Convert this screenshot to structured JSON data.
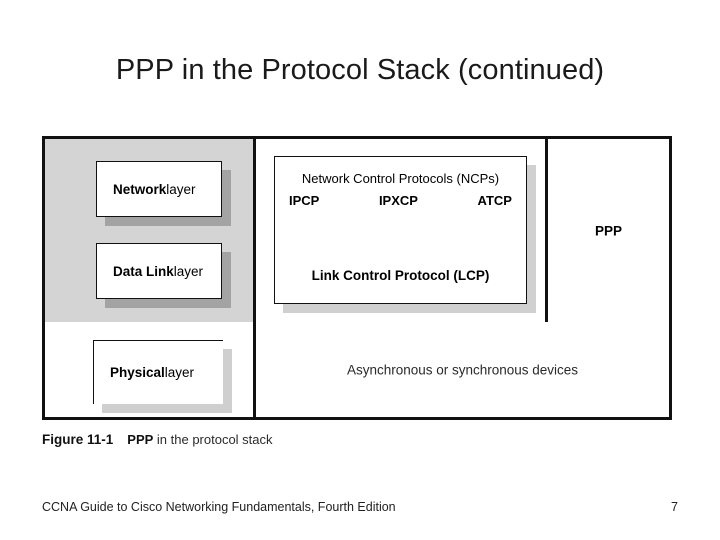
{
  "slide": {
    "title": "PPP in the Protocol Stack (continued)"
  },
  "diagram": {
    "layers_column": {
      "network_layer": {
        "bold": "Network",
        "regular": " layer"
      },
      "data_link_layer": {
        "bold": "Data Link",
        "regular": " layer"
      },
      "physical_layer": {
        "bold": "Physical",
        "regular": " layer"
      }
    },
    "protocols_box": {
      "ncp_title": "Network Control Protocols (NCPs)",
      "ncp_items": [
        "IPCP",
        "IPXCP",
        "ATCP"
      ],
      "lcp_label": "Link Control Protocol (LCP)"
    },
    "ppp_column": {
      "label": "PPP"
    },
    "devices_row": {
      "label": "Asynchronous or synchronous devices"
    }
  },
  "caption": {
    "figure_number": "Figure 11-1",
    "bold_text": "PPP",
    "rest_text": " in the protocol stack"
  },
  "footer": {
    "book_title": "CCNA Guide to Cisco Networking Fundamentals, Fourth Edition",
    "page_number": "7"
  },
  "colors": {
    "frame_line": "#111111",
    "layers_cell_background": "#d4d4d4",
    "box_shadow_dark": "#a3a3a3",
    "box_shadow_light": "#cfcfcf",
    "protocols_shadow": "#d0d0d0",
    "page_background": "#ffffff"
  }
}
